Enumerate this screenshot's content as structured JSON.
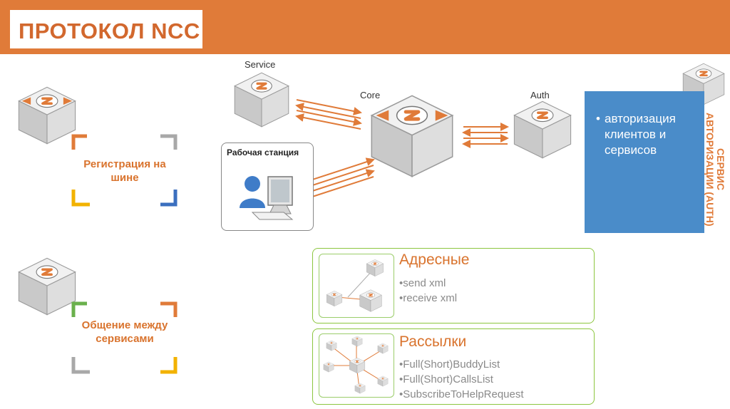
{
  "header": {
    "title": "ПРОТОКОЛ NCC"
  },
  "diagram": {
    "service_label": "Service",
    "core_label": "Core",
    "auth_label": "Auth",
    "workstation_title": "Рабочая станция"
  },
  "auth_panel": {
    "bullet": "авторизация клиентов и сервисов",
    "side_title": "СЕРВИС АВТОРИЗАЦИИ (AUTH)"
  },
  "left": {
    "registration": "Регистрация на шине",
    "communication": "Общение между сервисами"
  },
  "boxes": [
    {
      "title": "Адресные",
      "items": [
        "send xml",
        "receive xml"
      ]
    },
    {
      "title": "Рассылки",
      "items": [
        "Full(Short)BuddyList",
        "Full(Short)CallsList",
        "SubscribeToHelpRequest"
      ]
    }
  ],
  "colors": {
    "accent": "#e07b39",
    "auth_blue": "#4a8cc9",
    "green_border": "#8cc63f"
  }
}
